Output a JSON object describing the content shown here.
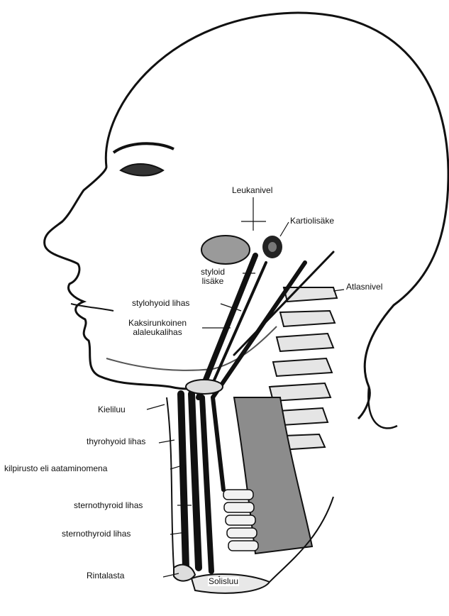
{
  "figure": {
    "labels": {
      "leukanivel": "Leukanivel",
      "kartiolisake": "Kartiolisäke",
      "styloid_line1": "styloid",
      "styloid_line2": "lisäke",
      "atlasnivel": "Atlasnivel",
      "stylohyoid": "stylohyoid lihas",
      "kaksirunkoinen_line1": "Kaksirunkoinen",
      "kaksirunkoinen_line2": "alaleukalihas",
      "kieliluu": "Kieliluu",
      "thyrohyoid": "thyrohyoid lihas",
      "kilpirusto": "kilpirusto eli aataminomena",
      "sternothyroid": "sternothyroid lihas",
      "sternothyroid2": "sternothyroid lihas",
      "rintalasta": "Rintalasta",
      "solisluu": "Solisluu"
    },
    "colors": {
      "ink": "#111111",
      "skin": "#ffffff",
      "muscle": "#1a1a1a",
      "bone": "#d9d9d9",
      "shadow": "#8c8c8c"
    }
  }
}
